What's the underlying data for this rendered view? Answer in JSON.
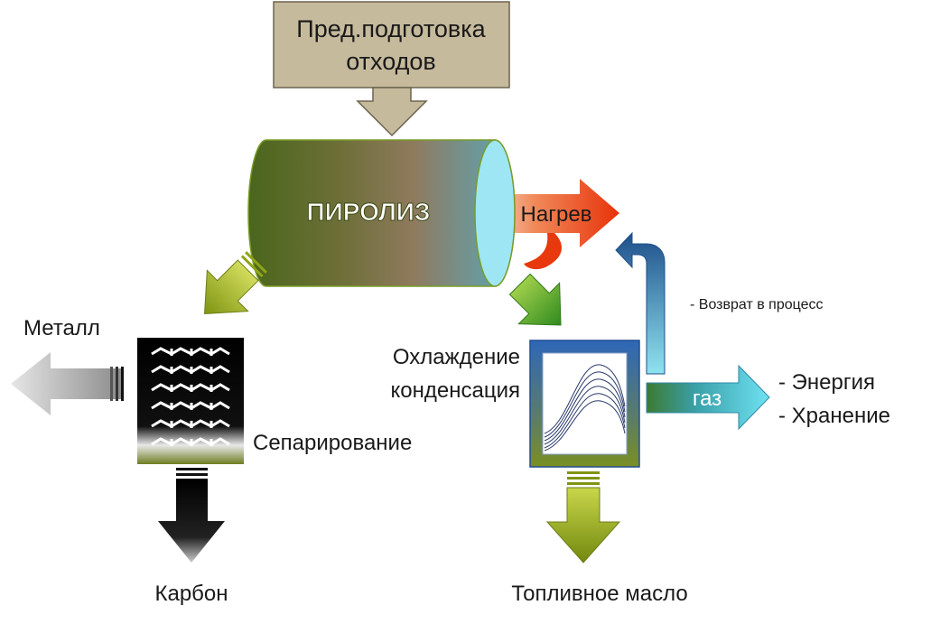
{
  "nodes": {
    "pretreatment": "Пред.подготовка\nотходов",
    "pyrolysis": "ПИРОЛИЗ",
    "heating": "Нагрев",
    "metal": "Металл",
    "separation": "Сепарирование",
    "carbon": "Карбон",
    "cooling": "Охлаждение\nконденсация",
    "fuel_oil": "Топливное масло",
    "gas": "газ",
    "return": "- Возврат в процесс",
    "energy": "- Энергия",
    "storage": "- Хранение"
  },
  "colors": {
    "pretreatment_box": "#c4b89a",
    "pyrolysis_dark": "#4f6a1f",
    "pyrolysis_mid": "#8b7f5e",
    "pyrolysis_light": "#6ab3c4",
    "heat_arrow": "#e8380d",
    "olive_arrow": "#8fa417",
    "green_arrow": "#3f9b2a",
    "gas_arrow": "#4fd0e6",
    "frame_blue": "#3a74c4"
  }
}
